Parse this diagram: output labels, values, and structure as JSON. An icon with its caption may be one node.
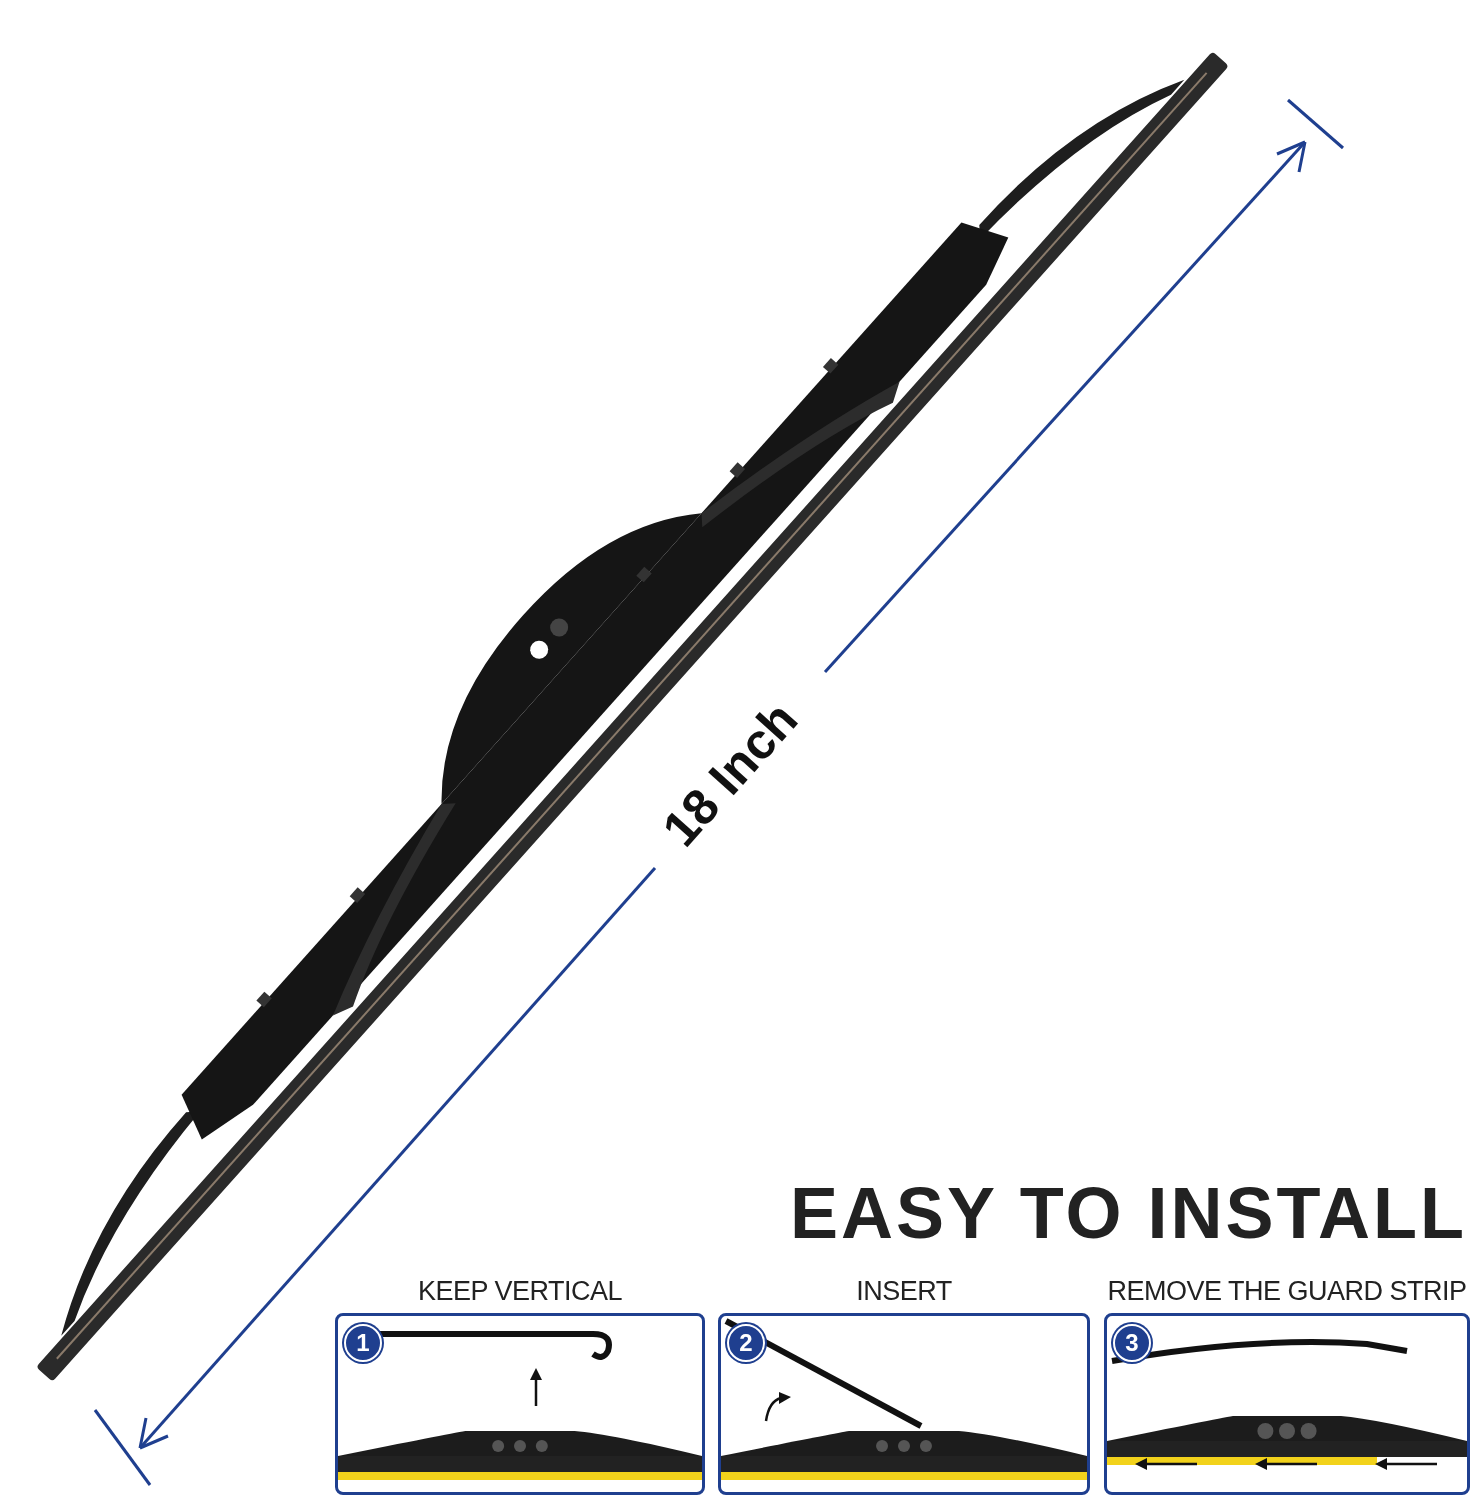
{
  "diagram": {
    "title": "EASY TO INSTALL",
    "nodes": [
      {
        "text": [
          "KEEP VERTICAL",
          "1"
        ]
      },
      {
        "text": [
          "INSERT",
          "2"
        ]
      },
      {
        "text": [
          "REMOVE THE GUARD STRIP",
          "3"
        ]
      }
    ],
    "labels": [
      "18 Inch"
    ]
  }
}
